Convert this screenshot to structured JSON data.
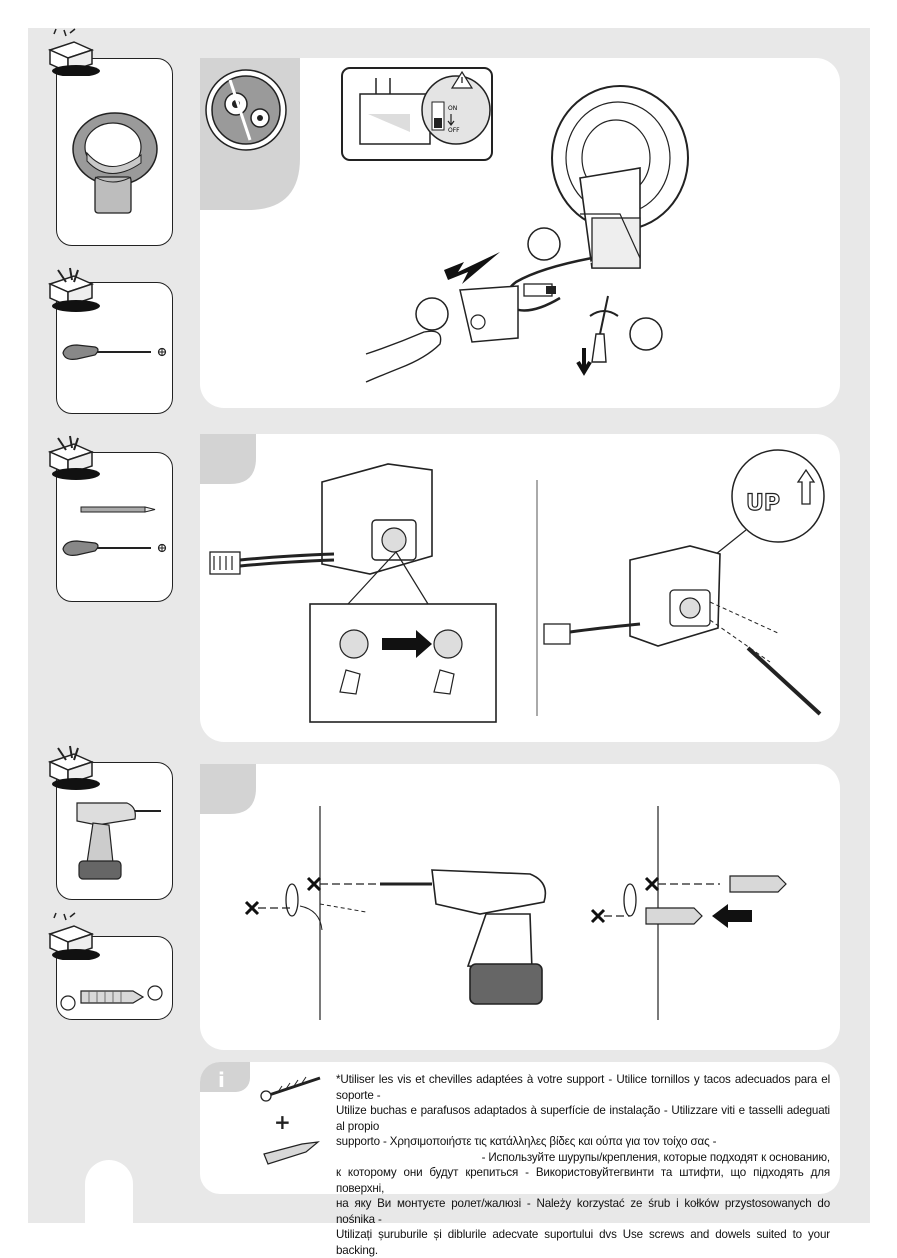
{
  "info_box": {
    "icon_letter": "i",
    "plus_sign": "+",
    "lines": [
      "*Utiliser les vis et chevilles adaptées à votre support - Utilice tornillos y tacos adecuados para el soporte -",
      "Utilize buchas e parafusos adaptados à superfície de instalação - Utilizzare viti e tasselli adeguati al propio",
      "supporto - Χρησιμοποιήστε τις κατάλληλες βίδες και ούπα για τον τοίχο σας -",
      "- Используйте шурупы/крепления, которые подходят к основанию,",
      "к которому они будут крепиться - Використовуйтегвинти та штифти, що підходять для поверхні,",
      "на яку Ви монтуєте ролет/жалюзі - Należy korzystać ze śrub i kołków przystosowanych do nośnika -",
      "Utilizați șuruburile și diblurile adecvate suportului dvs Use screws and dowels suited to your backing."
    ]
  },
  "switch_labels": {
    "on": "ON",
    "off": "OFF"
  },
  "up_label": "UP",
  "icons": {
    "new_part": "box-sparkle-icon",
    "tools": "toolbox-icon",
    "service": "gears-screwdriver-icon",
    "warning": "warning-triangle-icon",
    "drill": "drill-icon",
    "wrong": "x-mark-icon"
  },
  "colors": {
    "page_bg": "#e8e8e8",
    "panel_bg": "#ffffff",
    "line": "#222222",
    "tab_gray": "#d3d3d3"
  }
}
